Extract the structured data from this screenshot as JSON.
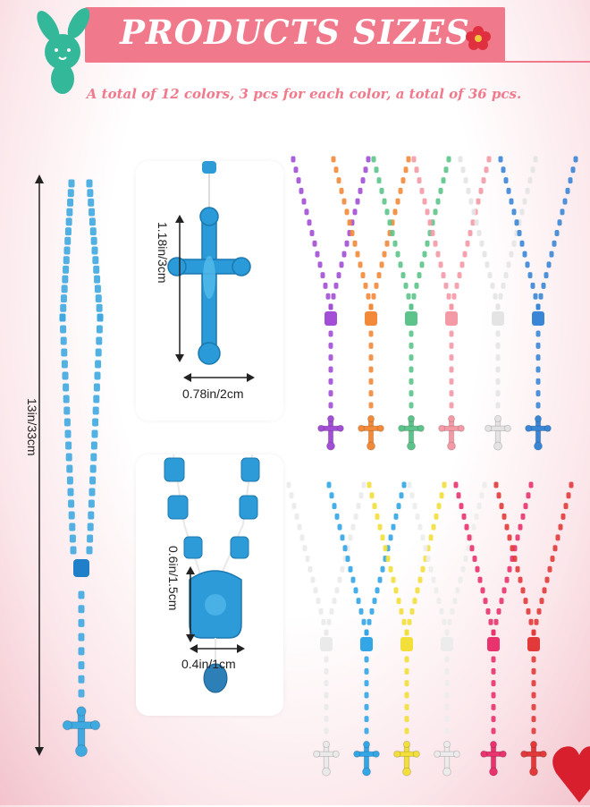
{
  "header": {
    "title": "PRODUCTS SIZES",
    "subtitle": "A total of 12 colors, 3 pcs for each color, a total of 36 pcs."
  },
  "dimensions": {
    "total_length": "13in/33cm",
    "cross_height": "1.18in/3cm",
    "cross_width": "0.78in/2cm",
    "medal_height": "0.6in/1.5cm",
    "medal_width": "0.4in/1cm"
  },
  "colors": {
    "banner": "#f07a8c",
    "main_rosary": "#3fa9e0",
    "rosaries_top": [
      "#a24fd6",
      "#f28a3a",
      "#5cc48a",
      "#f49aa6",
      "#e4e4e4",
      "#3a86d6"
    ],
    "rosaries_bottom": [
      "#eaeaea",
      "#33a6e6",
      "#f2df3a",
      "#ececec",
      "#e8336e",
      "#e23a3a"
    ]
  },
  "icons": [
    "bunny-icon",
    "flower-icon",
    "heart-icon"
  ]
}
